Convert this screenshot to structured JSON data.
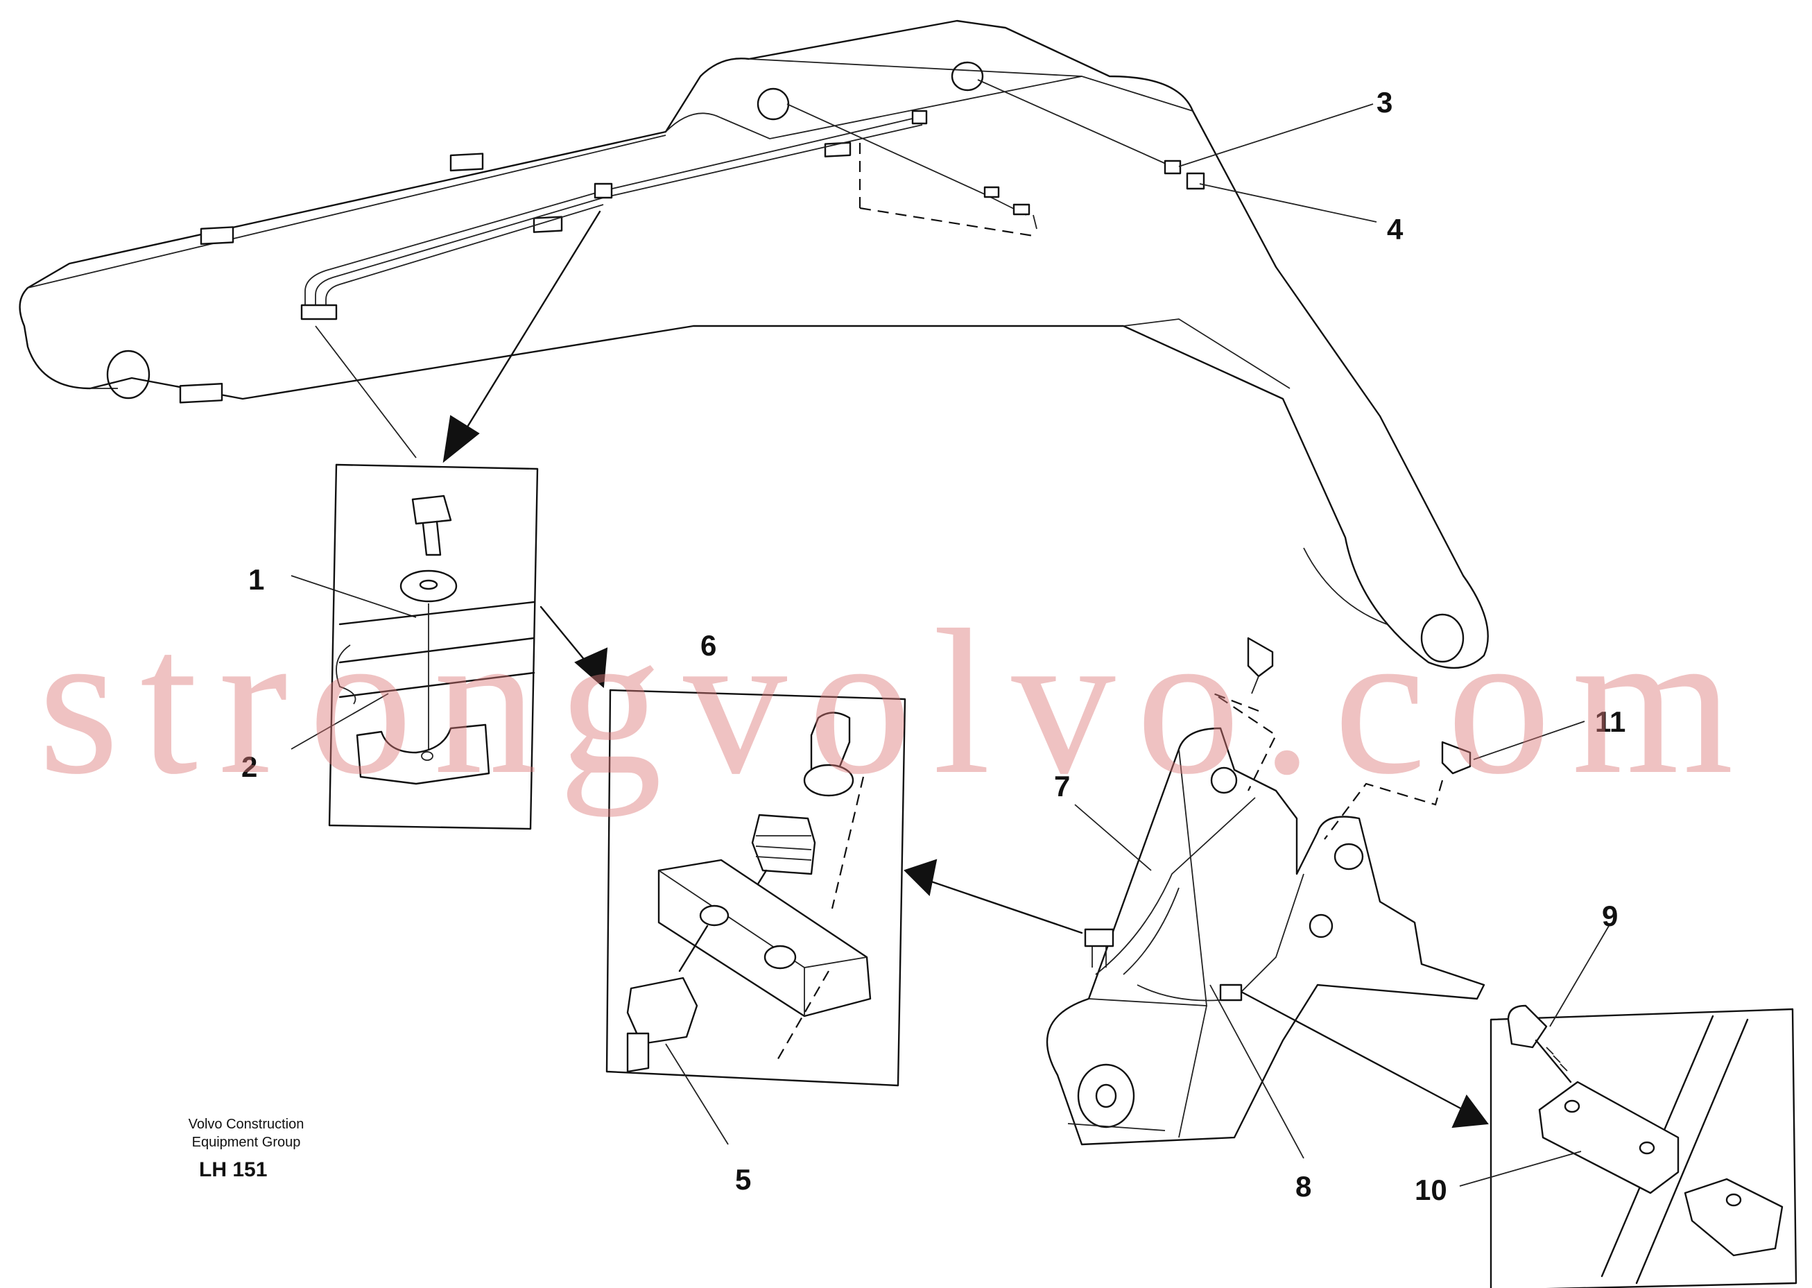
{
  "callouts": [
    "1",
    "2",
    "3",
    "4",
    "5",
    "6",
    "7",
    "8",
    "9",
    "10",
    "11"
  ],
  "watermark": "strongvolvo.com",
  "caption": {
    "line1": "Volvo Construction",
    "line2": "Equipment Group",
    "code": "LH 151"
  }
}
